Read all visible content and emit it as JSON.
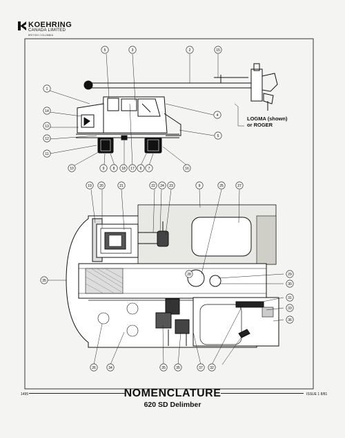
{
  "header": {
    "company_name": "KOEHRING",
    "company_sub": "CANADA LIMITED",
    "company_tiny": "BRITISH COLUMBIA"
  },
  "callout": {
    "line1": "LOGMA (shown)",
    "line2": "or ROGER"
  },
  "title": "NOMENCLATURE",
  "subtitle": "620 SD Delimber",
  "footer": {
    "page_number": "1495",
    "issue": "ISSUE 1  8/81"
  },
  "top_view_labels": [
    "5",
    "3",
    "2",
    "15",
    "1",
    "14",
    "13",
    "12",
    "11",
    "4",
    "5",
    "10",
    "9",
    "8",
    "18",
    "17",
    "6",
    "7",
    "16"
  ],
  "plan_view_labels": [
    "19",
    "20",
    "21",
    "22",
    "24",
    "23",
    "9",
    "25",
    "27",
    "35",
    "28",
    "29",
    "30",
    "31",
    "33",
    "36",
    "26",
    "34",
    "35",
    "35",
    "37",
    "32"
  ],
  "colors": {
    "ink": "#111111",
    "paper": "#f4f4f2"
  }
}
